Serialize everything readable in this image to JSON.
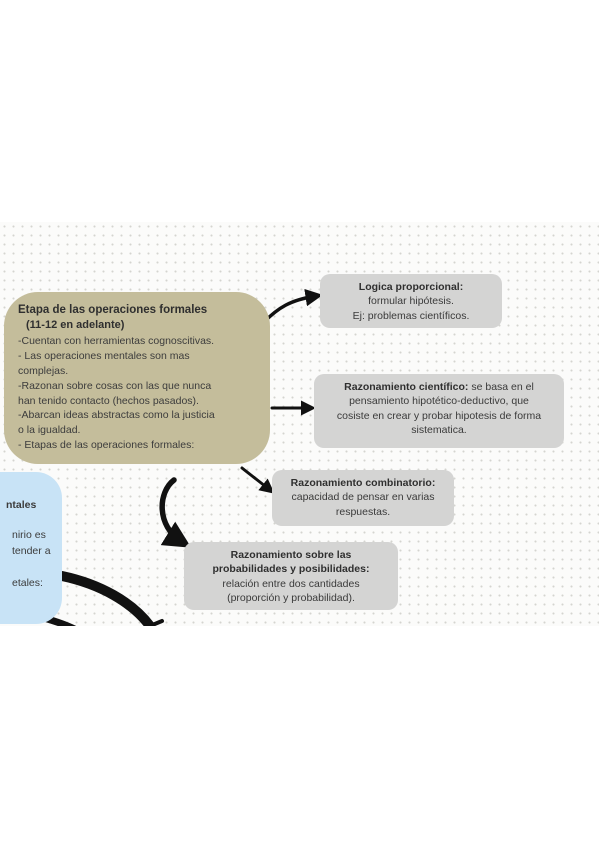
{
  "main_node": {
    "title": "Etapa de las operaciones formales",
    "subtitle": "(11-12 en adelante)",
    "lines": [
      "-Cuentan con herramientas cognoscitivas.",
      "- Las operaciones mentales son mas",
      "complejas.",
      "-Razonan sobre cosas con las que nunca",
      "han tenido contacto (hechos pasados).",
      "-Abarcan ideas abstractas como la justicia",
      "o la igualdad.",
      "- Etapas de las operaciones formales:"
    ]
  },
  "nodes": {
    "logica": {
      "title": "Logica proporcional:",
      "text1": "formular hipótesis.",
      "text2": "Ej: problemas científicos."
    },
    "cientifico": {
      "title": "Razonamiento científico:",
      "rest1": "se basa en el",
      "text2": "pensamiento hipotético-deductivo,  que",
      "text3": "cosiste en  crear y probar hipotesis de forma",
      "text4": "sistematica."
    },
    "combinatorio": {
      "title": "Razonamiento combinatorio:",
      "text1": "capacidad de pensar en varias",
      "text2": "respuestas."
    },
    "probabilidades": {
      "title1": "Razonamiento sobre las",
      "title2": "probabilidades y posibilidades:",
      "text1": "relación entre dos cantidades",
      "text2": "(proporción y probabilidad)."
    }
  },
  "partial_node": {
    "title": "ntales",
    "line1": "nirio es",
    "line2": "tender a",
    "line3": "etales:"
  },
  "colors": {
    "main_node": "#c4bd9b",
    "gray_node": "#d4d4d3",
    "partial_node": "#c8e3f6",
    "arrow": "#111111"
  }
}
